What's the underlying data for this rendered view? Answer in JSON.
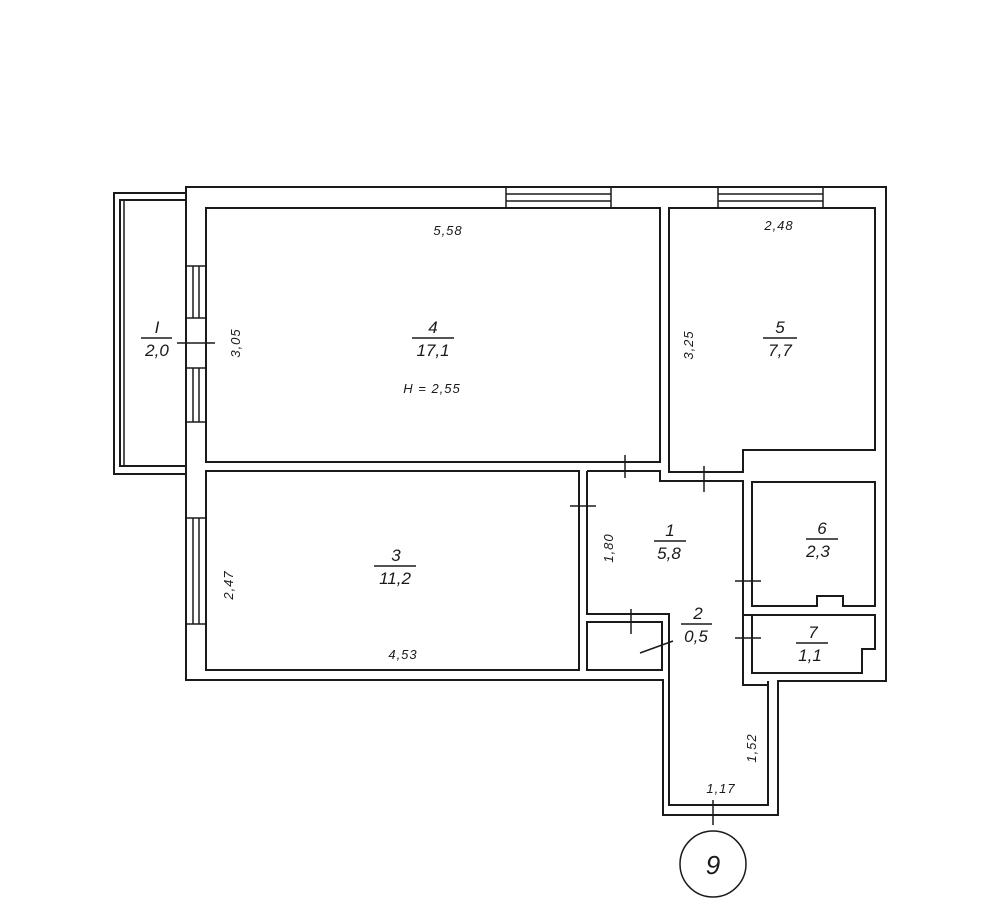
{
  "plan": {
    "ceiling_height": "H = 2,55",
    "entrance_marker": "9",
    "rooms": [
      {
        "number": "1",
        "area": "5,8"
      },
      {
        "number": "2",
        "area": "0,5"
      },
      {
        "number": "3",
        "area": "11,2"
      },
      {
        "number": "4",
        "area": "17,1"
      },
      {
        "number": "5",
        "area": "7,7"
      },
      {
        "number": "6",
        "area": "2,3"
      },
      {
        "number": "7",
        "area": "1,1"
      },
      {
        "number": "I",
        "area": "2,0"
      }
    ],
    "dimensions": {
      "room4_width": "5,58",
      "room4_depth": "3,05",
      "room5_width": "2,48",
      "room5_depth": "3,25",
      "room3_depth": "2,47",
      "room3_width": "4,53",
      "room1_depth": "1,80",
      "corridor_depth": "1,52",
      "corridor_width": "1,17"
    }
  }
}
